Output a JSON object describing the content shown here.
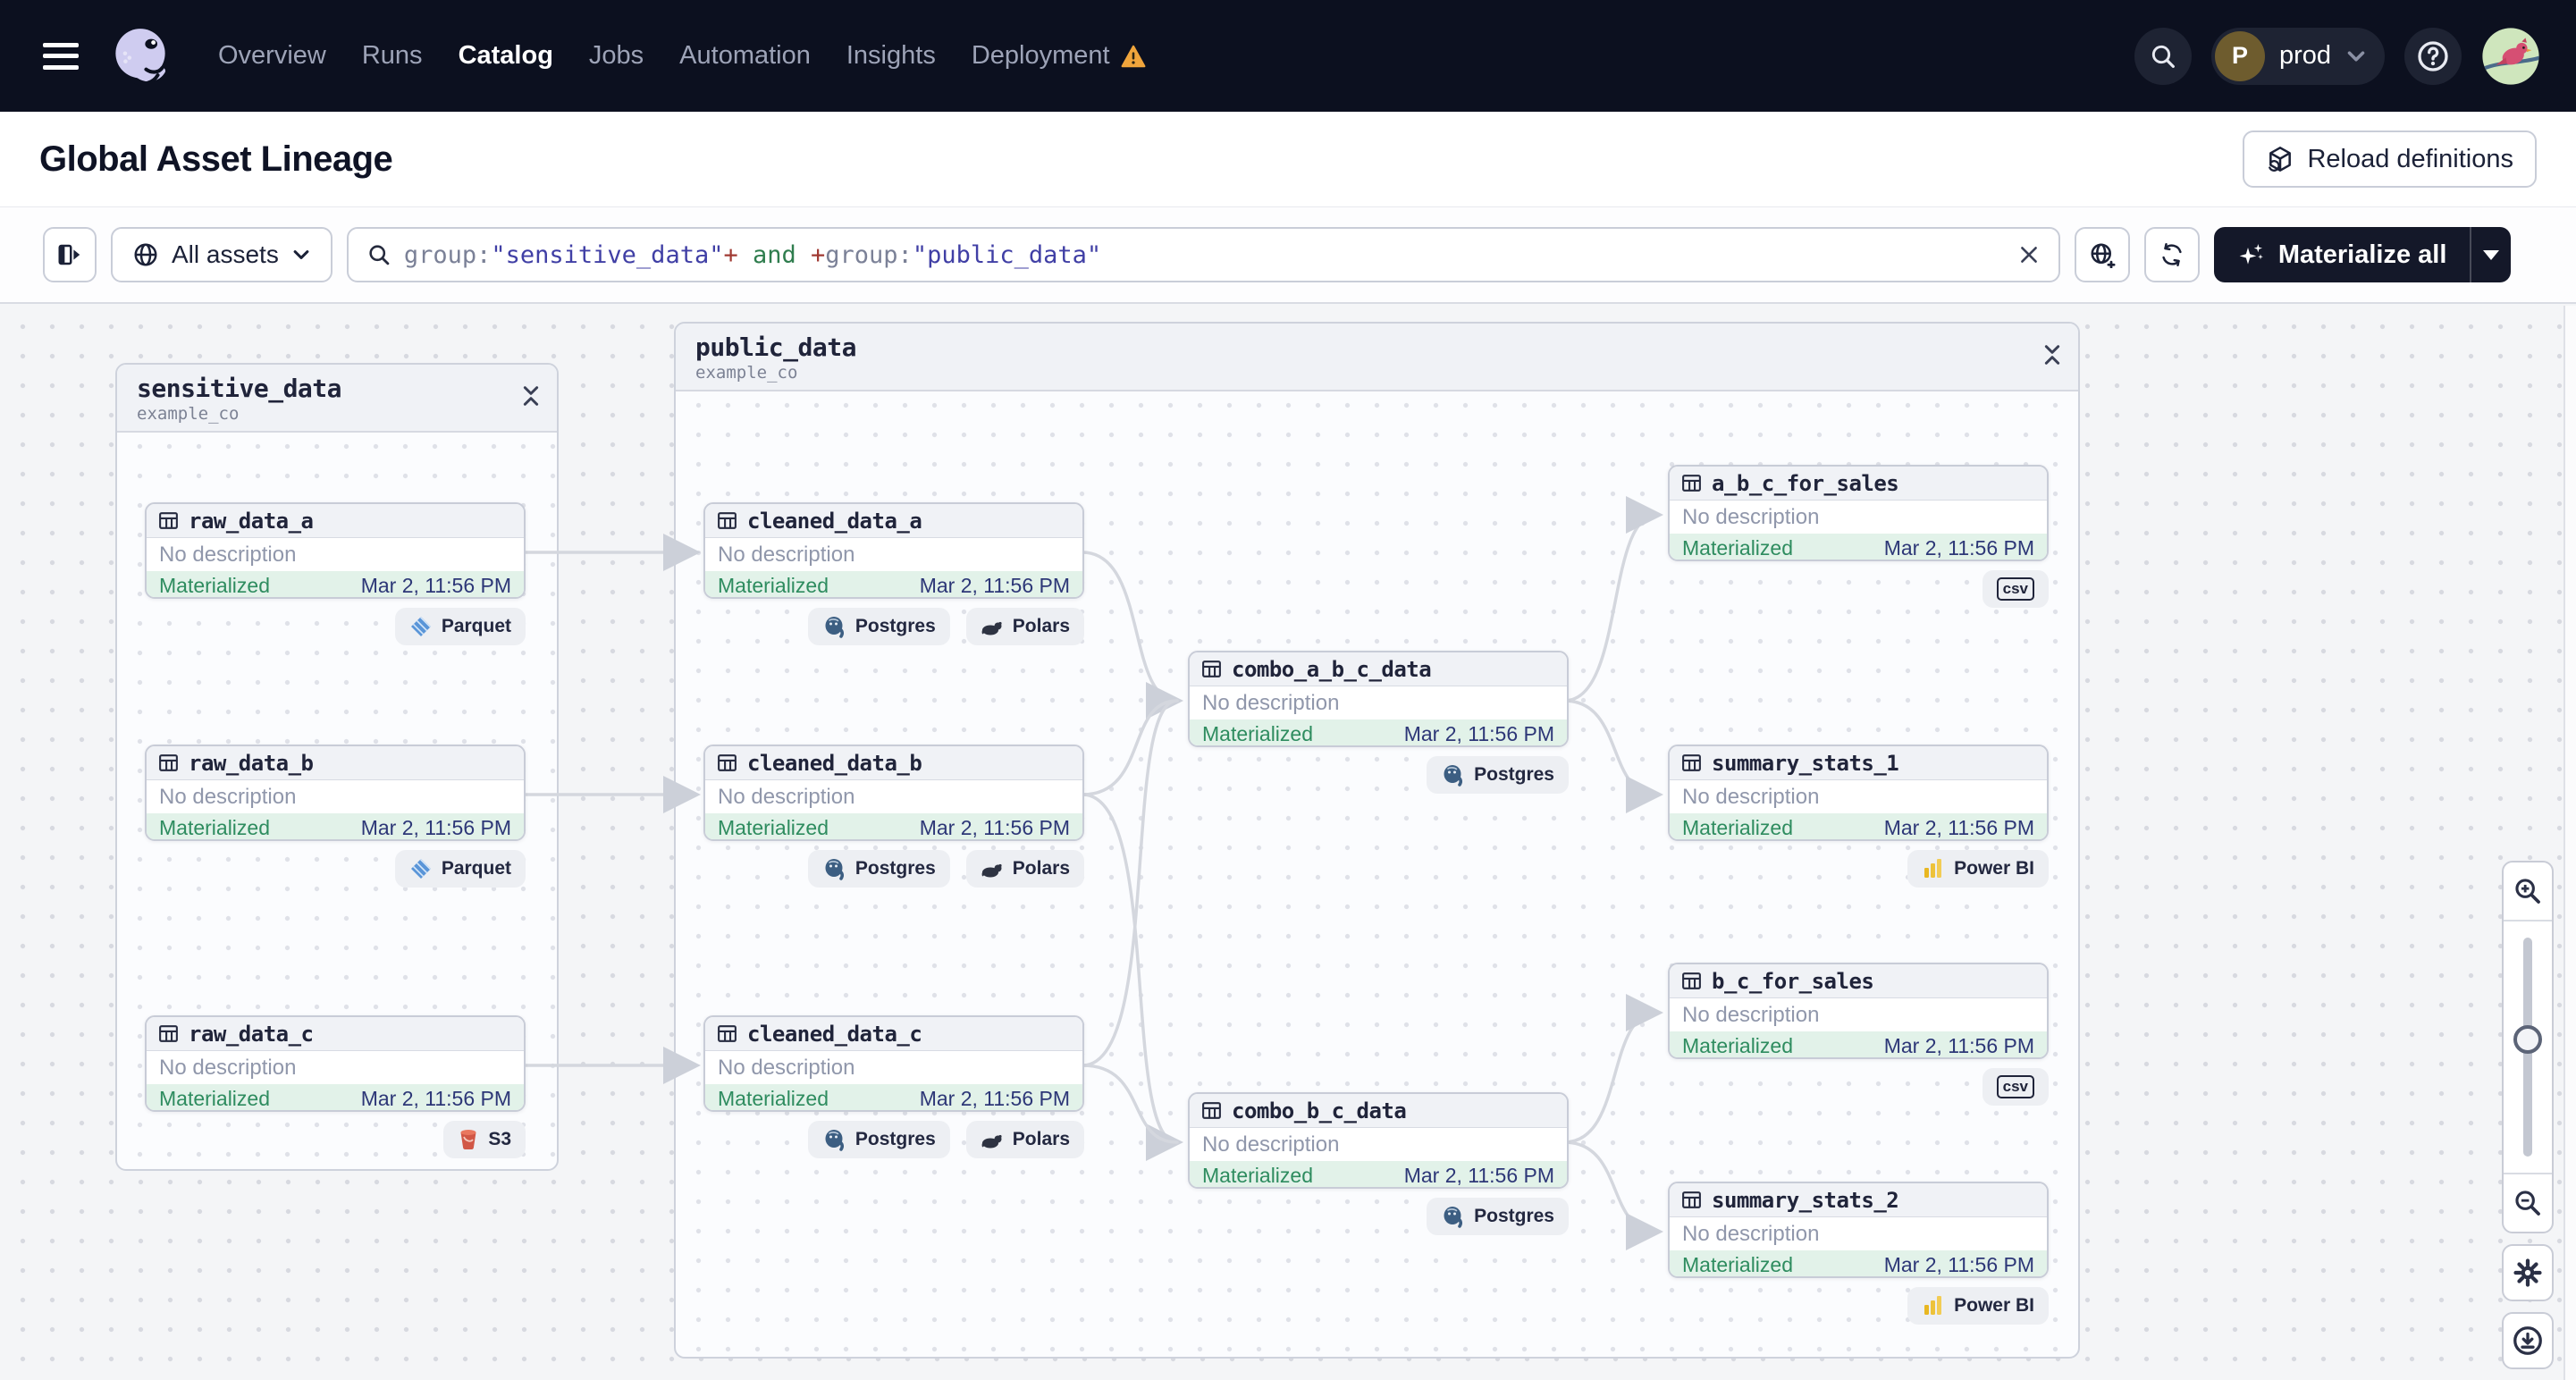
{
  "nav": {
    "items": [
      {
        "label": "Overview",
        "active": false,
        "warning": false
      },
      {
        "label": "Runs",
        "active": false,
        "warning": false
      },
      {
        "label": "Catalog",
        "active": true,
        "warning": false
      },
      {
        "label": "Jobs",
        "active": false,
        "warning": false
      },
      {
        "label": "Automation",
        "active": false,
        "warning": false
      },
      {
        "label": "Insights",
        "active": false,
        "warning": false
      },
      {
        "label": "Deployment",
        "active": false,
        "warning": true
      }
    ],
    "environment": {
      "initial": "P",
      "name": "prod"
    }
  },
  "header": {
    "title": "Global Asset Lineage",
    "reload_label": "Reload definitions"
  },
  "toolbar": {
    "filter_label": "All assets",
    "materialize_label": "Materialize all",
    "search": {
      "segments": [
        {
          "text": "group:",
          "kind": "key"
        },
        {
          "text": "\"sensitive_data\"",
          "kind": "string"
        },
        {
          "text": "+",
          "kind": "op"
        },
        {
          "text": " and ",
          "kind": "keyword"
        },
        {
          "text": "+",
          "kind": "op"
        },
        {
          "text": "group:",
          "kind": "key"
        },
        {
          "text": "\"public_data\"",
          "kind": "string"
        }
      ]
    }
  },
  "graph": {
    "groups": [
      {
        "id": "sensitive_data",
        "title": "sensitive_data",
        "subtitle": "example_co"
      },
      {
        "id": "public_data",
        "title": "public_data",
        "subtitle": "example_co"
      }
    ],
    "badge_labels": {
      "parquet": "Parquet",
      "s3": "S3",
      "postgres": "Postgres",
      "polars": "Polars",
      "powerbi": "Power BI",
      "csv": "csv"
    },
    "nodes": [
      {
        "id": "raw_data_a",
        "group": "sensitive_data",
        "title": "raw_data_a",
        "description": "No description",
        "status": "Materialized",
        "timestamp": "Mar 2, 11:56 PM",
        "badges": [
          "parquet"
        ]
      },
      {
        "id": "raw_data_b",
        "group": "sensitive_data",
        "title": "raw_data_b",
        "description": "No description",
        "status": "Materialized",
        "timestamp": "Mar 2, 11:56 PM",
        "badges": [
          "parquet"
        ]
      },
      {
        "id": "raw_data_c",
        "group": "sensitive_data",
        "title": "raw_data_c",
        "description": "No description",
        "status": "Materialized",
        "timestamp": "Mar 2, 11:56 PM",
        "badges": [
          "s3"
        ]
      },
      {
        "id": "cleaned_data_a",
        "group": "public_data",
        "title": "cleaned_data_a",
        "description": "No description",
        "status": "Materialized",
        "timestamp": "Mar 2, 11:56 PM",
        "badges": [
          "postgres",
          "polars"
        ]
      },
      {
        "id": "cleaned_data_b",
        "group": "public_data",
        "title": "cleaned_data_b",
        "description": "No description",
        "status": "Materialized",
        "timestamp": "Mar 2, 11:56 PM",
        "badges": [
          "postgres",
          "polars"
        ]
      },
      {
        "id": "cleaned_data_c",
        "group": "public_data",
        "title": "cleaned_data_c",
        "description": "No description",
        "status": "Materialized",
        "timestamp": "Mar 2, 11:56 PM",
        "badges": [
          "postgres",
          "polars"
        ]
      },
      {
        "id": "combo_a_b_c_data",
        "group": "public_data",
        "title": "combo_a_b_c_data",
        "description": "No description",
        "status": "Materialized",
        "timestamp": "Mar 2, 11:56 PM",
        "badges": [
          "postgres"
        ]
      },
      {
        "id": "combo_b_c_data",
        "group": "public_data",
        "title": "combo_b_c_data",
        "description": "No description",
        "status": "Materialized",
        "timestamp": "Mar 2, 11:56 PM",
        "badges": [
          "postgres"
        ]
      },
      {
        "id": "a_b_c_for_sales",
        "group": "public_data",
        "title": "a_b_c_for_sales",
        "description": "No description",
        "status": "Materialized",
        "timestamp": "Mar 2, 11:56 PM",
        "badges": [
          "csv"
        ]
      },
      {
        "id": "summary_stats_1",
        "group": "public_data",
        "title": "summary_stats_1",
        "description": "No description",
        "status": "Materialized",
        "timestamp": "Mar 2, 11:56 PM",
        "badges": [
          "powerbi"
        ]
      },
      {
        "id": "b_c_for_sales",
        "group": "public_data",
        "title": "b_c_for_sales",
        "description": "No description",
        "status": "Materialized",
        "timestamp": "Mar 2, 11:56 PM",
        "badges": [
          "csv"
        ]
      },
      {
        "id": "summary_stats_2",
        "group": "public_data",
        "title": "summary_stats_2",
        "description": "No description",
        "status": "Materialized",
        "timestamp": "Mar 2, 11:56 PM",
        "badges": [
          "powerbi"
        ]
      }
    ]
  },
  "icons": [
    "menu-icon",
    "dagster-logo",
    "warning-icon",
    "search-icon",
    "help-icon",
    "user-avatar",
    "reload-definitions-icon",
    "panel-toggle-icon",
    "globe-icon",
    "chevron-down-icon",
    "magnifier-icon",
    "clear-icon",
    "globe-add-icon",
    "refresh-icon",
    "sparkles-icon",
    "table-icon",
    "collapse-icon",
    "zoom-in-icon",
    "zoom-out-icon",
    "gear-icon",
    "download-icon"
  ],
  "colors": {
    "navbar": "#0c101f",
    "accent_green": "#2e8c5f",
    "status_bg": "#e2f2e9",
    "timestamp": "#2d3777",
    "warning": "#f0a53c",
    "query_string": "#403fa5",
    "query_operator": "#a03a33",
    "query_keyword": "#2f7d4e",
    "materialize_bg": "#141829",
    "edge": "#d4d7de"
  }
}
